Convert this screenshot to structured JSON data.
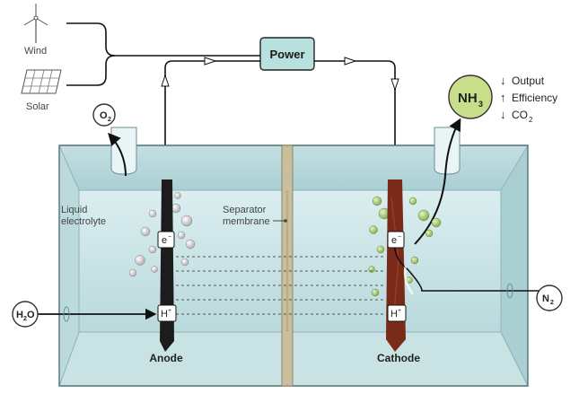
{
  "sources": {
    "wind": "Wind",
    "solar": "Solar"
  },
  "power": "Power",
  "outputs": {
    "o2": "O",
    "o2_sub": "2",
    "nh3": "NH",
    "nh3_sub": "3"
  },
  "legend": {
    "output": "Output",
    "output_arrow": "down",
    "efficiency": "Efficiency",
    "efficiency_arrow": "up",
    "co2": "CO",
    "co2_sub": "2",
    "co2_arrow": "down"
  },
  "cell": {
    "electrolyte_line1": "Liquid",
    "electrolyte_line2": "electrolyte",
    "separator_line1": "Separator",
    "separator_line2": "membrane",
    "anode": "Anode",
    "cathode": "Cathode"
  },
  "species": {
    "electron": "e",
    "electron_sup": "−",
    "proton": "H",
    "proton_sup": "+",
    "h2o": "H",
    "h2o_sub": "2",
    "h2o_tail": "O",
    "n2": "N",
    "n2_sub": "2"
  },
  "colors": {
    "power_box": "#b8e0de",
    "nh3_fill": "#c8de8a",
    "electrolyte": "#cfe6e8",
    "anode": "#1c1c1c",
    "cathode": "#7a2a18",
    "bubbles_anode": "#c8c8c8",
    "bubbles_cathode": "#9bc26a"
  }
}
